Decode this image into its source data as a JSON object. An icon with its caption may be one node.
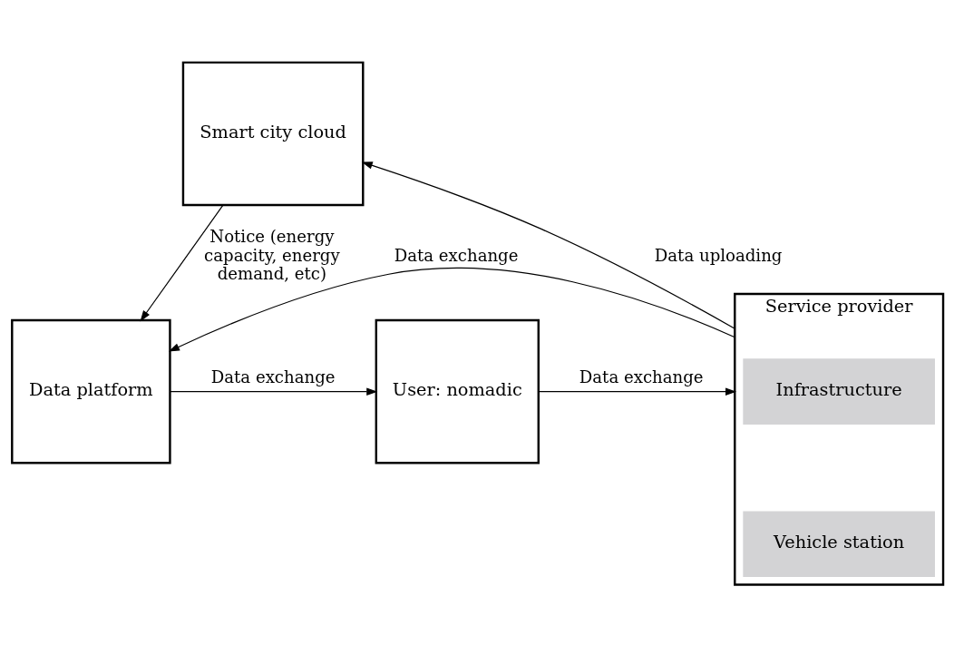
{
  "diagram": {
    "nodes": [
      {
        "text": [
          "Smart city cloud"
        ]
      },
      {
        "text": [
          "Data platform"
        ]
      },
      {
        "text": [
          "User: nomadic"
        ]
      },
      {
        "text": [
          "Service provider"
        ]
      },
      {
        "text": [
          "Infrastructure"
        ],
        "in": 3
      },
      {
        "text": [
          "Vehicle station"
        ],
        "in": 3
      }
    ],
    "edges": [
      {
        "from": 0,
        "to": 1,
        "arrow": "to",
        "label": "Notice (energy capacity, energy demand, etc)"
      },
      {
        "from": 3,
        "to": 0,
        "arrow": "to",
        "label": "Data uploading"
      },
      {
        "from": 3,
        "to": 1,
        "arrow": "to",
        "label": "Data exchange"
      },
      {
        "from": 1,
        "to": 2,
        "arrow": "to",
        "label": "Data exchange"
      },
      {
        "from": 2,
        "to": 3,
        "arrow": "to",
        "label": "Data exchange"
      }
    ]
  }
}
